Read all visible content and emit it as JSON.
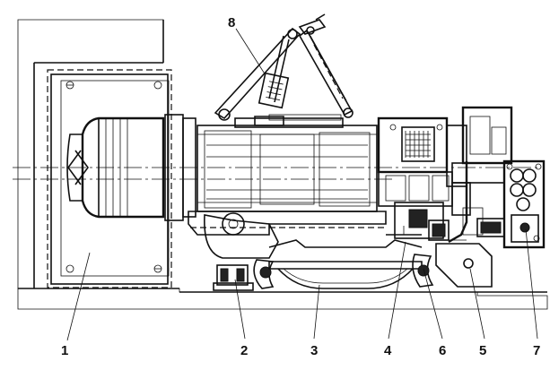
{
  "diagram": {
    "labels": {
      "n1": "1",
      "n2": "2",
      "n3": "3",
      "n4": "4",
      "n5": "5",
      "n6": "6",
      "n7": "7",
      "n8": "8"
    }
  }
}
